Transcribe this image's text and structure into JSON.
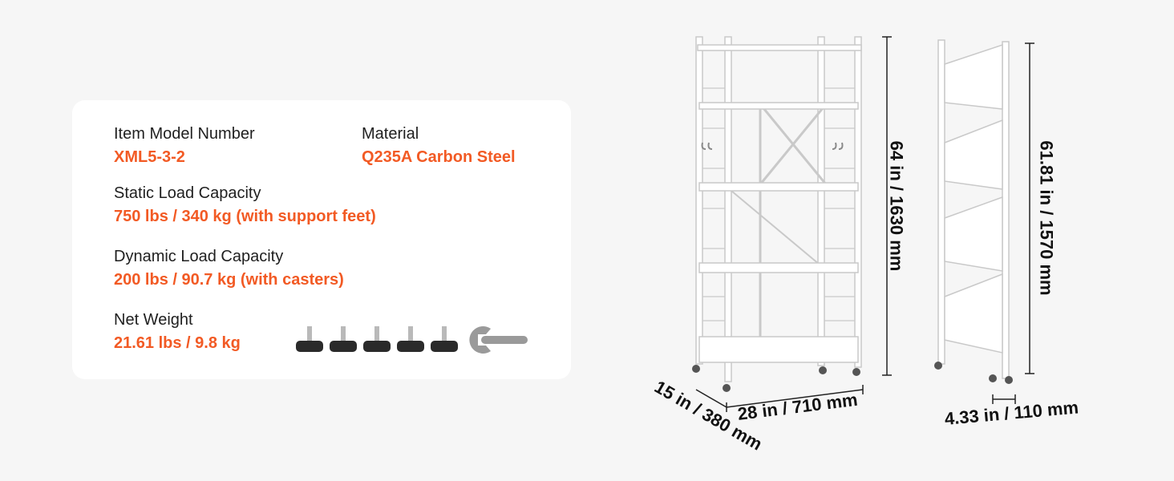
{
  "specs": {
    "model": {
      "label": "Item Model Number",
      "value": "XML5-3-2"
    },
    "material": {
      "label": "Material",
      "value": "Q235A Carbon Steel"
    },
    "static_load": {
      "label": "Static Load Capacity",
      "value": "750 lbs / 340 kg (with support feet)"
    },
    "dynamic_load": {
      "label": "Dynamic Load Capacity",
      "value": "200 lbs / 90.7 kg (with casters)"
    },
    "net_weight": {
      "label": "Net Weight",
      "value": "21.61 lbs / 9.8 kg"
    }
  },
  "dimensions": {
    "height": "64 in / 1630 mm",
    "folded_height": "61.81 in / 1570 mm",
    "width": "28 in / 710 mm",
    "depth": "15 in / 380 mm",
    "folded_depth": "4.33 in / 110 mm"
  },
  "colors": {
    "accent": "#f25a24",
    "card": "#ffffff",
    "background": "#f6f6f6"
  },
  "icons": {
    "feet": "support-foot-icon",
    "tool": "wrench-icon"
  }
}
